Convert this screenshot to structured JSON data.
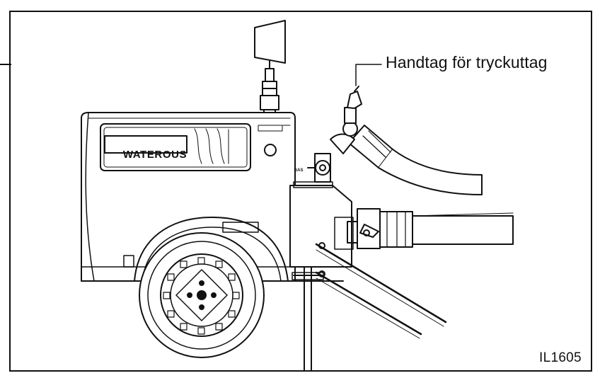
{
  "callout": {
    "label": "Handtag för tryckuttag"
  },
  "figure": {
    "id": "IL1605"
  },
  "machine": {
    "brand_plate": "WATEROUS",
    "gauge_label": "GAS"
  },
  "colors": {
    "line": "#111111",
    "background": "#ffffff"
  }
}
